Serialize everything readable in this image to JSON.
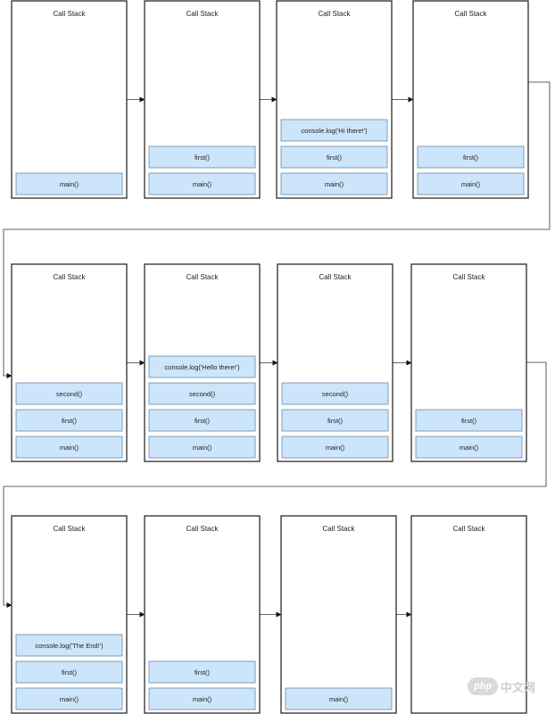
{
  "panel_title": "Call Stack",
  "colors": {
    "frame_fill": "#cce5fb",
    "frame_stroke": "#6a8aa8",
    "panel_stroke": "#1a1a1a",
    "connector": "#333333"
  },
  "rows": [
    {
      "panels": [
        {
          "title": "Call Stack",
          "frames": [
            "main()"
          ]
        },
        {
          "title": "Call Stack",
          "frames": [
            "main()",
            "first()"
          ]
        },
        {
          "title": "Call Stack",
          "frames": [
            "main()",
            "first()",
            "console.log('Hi there!')"
          ]
        },
        {
          "title": "Call Stack",
          "frames": [
            "main()",
            "first()"
          ]
        }
      ]
    },
    {
      "panels": [
        {
          "title": "Call Stack",
          "frames": [
            "main()",
            "first()",
            "second()"
          ]
        },
        {
          "title": "Call Stack",
          "frames": [
            "main()",
            "first()",
            "second()",
            "console.log('Hello there!')"
          ]
        },
        {
          "title": "Call Stack",
          "frames": [
            "main()",
            "first()",
            "second()"
          ]
        },
        {
          "title": "Call Stack",
          "frames": [
            "main()",
            "first()"
          ]
        }
      ]
    },
    {
      "panels": [
        {
          "title": "Call Stack",
          "frames": [
            "main()",
            "first()",
            "console.log('The End!')"
          ]
        },
        {
          "title": "Call Stack",
          "frames": [
            "main()",
            "first()"
          ]
        },
        {
          "title": "Call Stack",
          "frames": [
            "main()"
          ]
        },
        {
          "title": "Call Stack",
          "frames": []
        }
      ]
    }
  ],
  "watermark": {
    "logo_text": "php",
    "text": "中文网"
  }
}
